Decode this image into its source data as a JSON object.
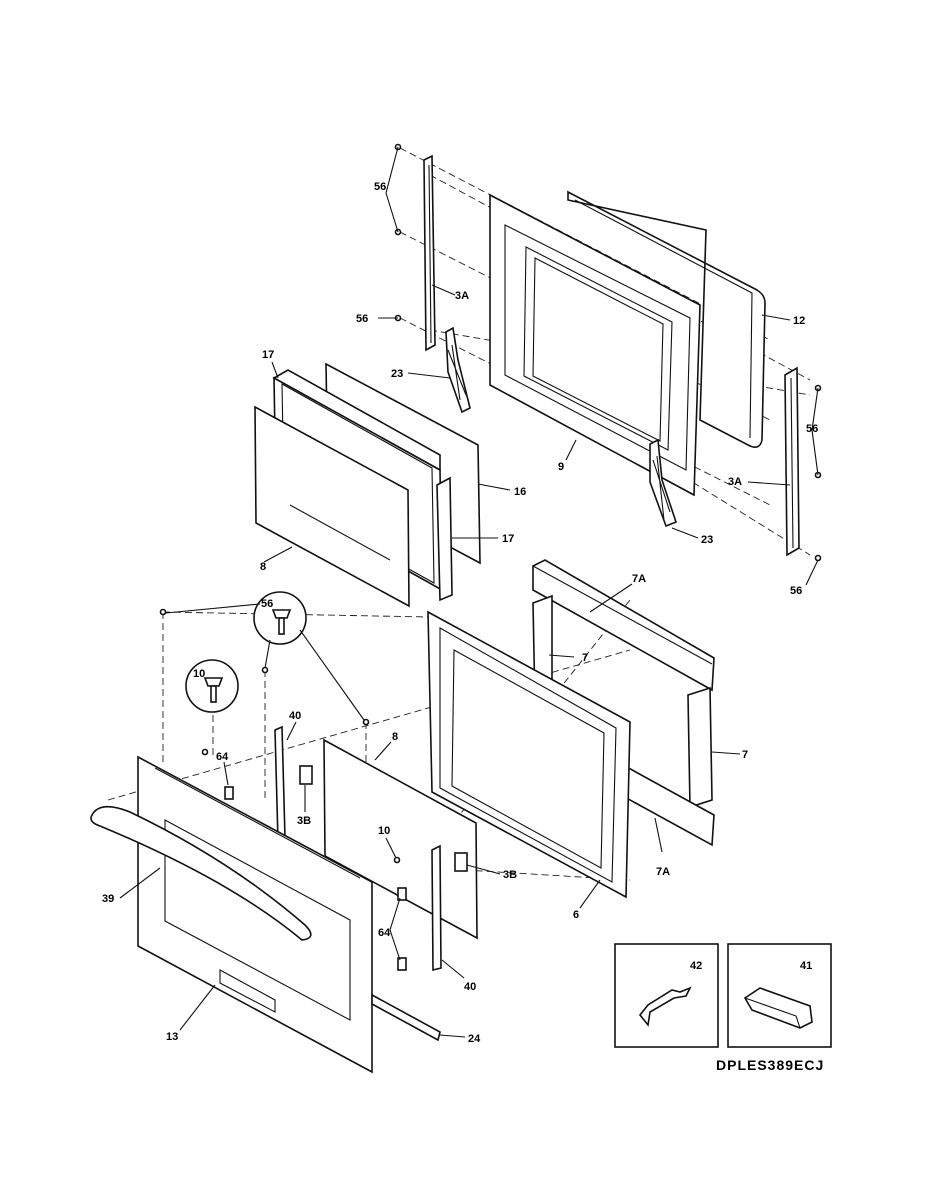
{
  "model_code": "DPLES389ECJ",
  "callouts": {
    "p56_top": "56",
    "p3A_left": "3A",
    "p56_mid": "56",
    "p12": "12",
    "p17_top": "17",
    "p23_left": "23",
    "p56_right": "56",
    "p9": "9",
    "p3A_right": "3A",
    "p16": "16",
    "p17_bottom": "17",
    "p23_right": "23",
    "p8_upper": "8",
    "p56_bottom_right": "56",
    "p7A_top": "7A",
    "p56_detail": "56",
    "p7_inner": "7",
    "p10_detail": "10",
    "p40_left": "40",
    "p8_lower": "8",
    "p7_right": "7",
    "p64_top": "64",
    "p3B_left": "3B",
    "p10_small": "10",
    "p39": "39",
    "p3B_right": "3B",
    "p7A_bottom": "7A",
    "p6": "6",
    "p64_bottom": "64",
    "p42": "42",
    "p41": "41",
    "p40_right": "40",
    "p13": "13",
    "p24": "24"
  }
}
